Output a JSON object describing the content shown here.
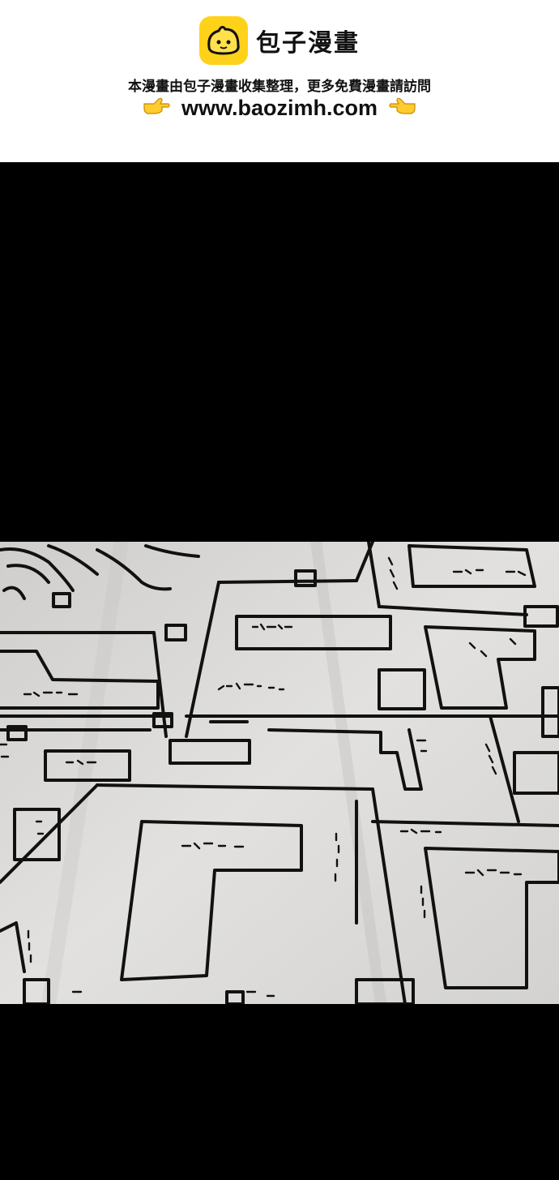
{
  "banner": {
    "logo_icon": "bun-mascot-icon",
    "brand_name": "包子漫畫",
    "tagline": "本漫畫由包子漫畫收集整理，更多免費漫畫請訪問",
    "url": "www.baozimh.com",
    "left_pointer_icon": "pointing-right-hand-icon",
    "right_pointer_icon": "pointing-left-hand-icon",
    "accent_color": "#ffd21a"
  },
  "comic": {
    "panel_image": "hand-drawn-town-map-illustration"
  }
}
